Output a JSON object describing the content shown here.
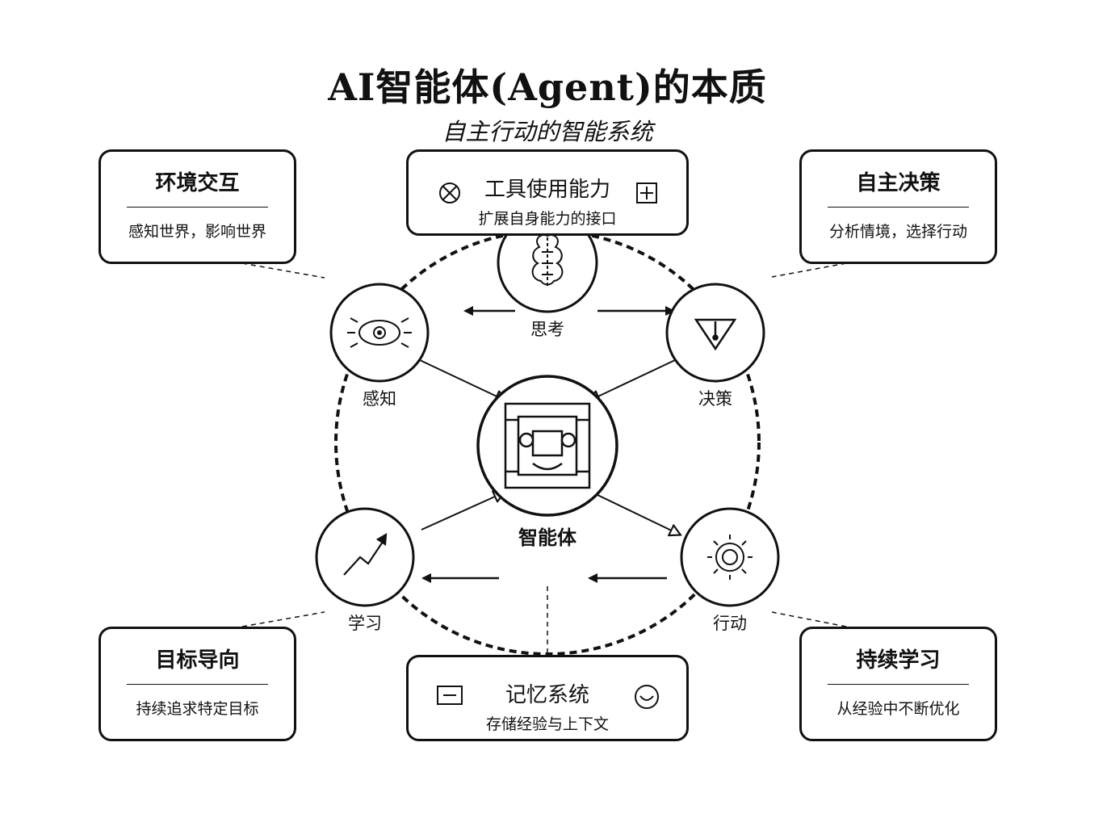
{
  "title": "AI智能体(Agent)的本质",
  "subtitle": "自主行动的智能系统",
  "center": {
    "label": "智能体"
  },
  "nodes": {
    "think": "思考",
    "perceive": "感知",
    "decide": "决策",
    "learn": "学习",
    "act": "行动"
  },
  "boxes": {
    "environment": {
      "title": "环境交互",
      "desc": "感知世界，影响世界"
    },
    "tools": {
      "title": "工具使用能力",
      "desc": "扩展自身能力的接口"
    },
    "autonomy": {
      "title": "自主决策",
      "desc": "分析情境，选择行动"
    },
    "goal": {
      "title": "目标导向",
      "desc": "持续追求特定目标"
    },
    "memory": {
      "title": "记忆系统",
      "desc": "存储经验与上下文"
    },
    "learning": {
      "title": "持续学习",
      "desc": "从经验中不断优化"
    }
  },
  "colors": {
    "stroke": "#111111",
    "background": "#ffffff"
  }
}
